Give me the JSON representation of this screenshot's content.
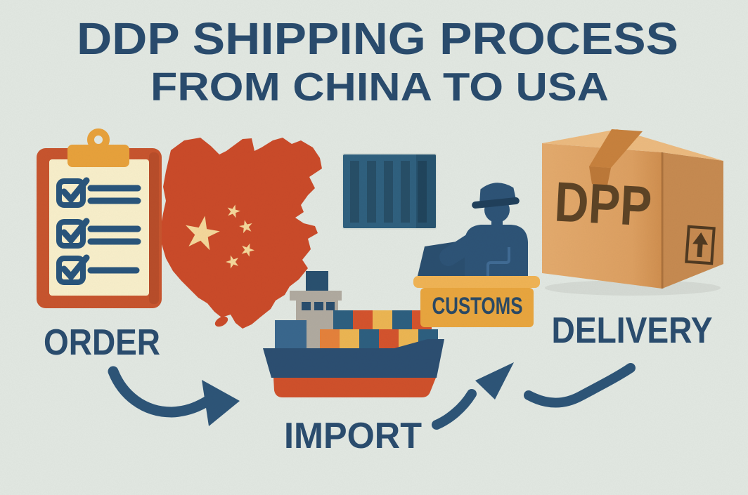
{
  "title": {
    "line1": "DDP SHIPPING PROCESS",
    "line2": "FROM CHINA TO USA"
  },
  "steps": {
    "order": {
      "label": "ORDER"
    },
    "import": {
      "label": "IMPORT"
    },
    "customs": {
      "label": "CUSTOMS"
    },
    "delivery": {
      "label": "DELIVERY"
    }
  },
  "box_label": "DPP",
  "icons": {
    "order": "clipboard-checklist-icon",
    "origin": "china-map-icon",
    "transit": "shipping-container-icon",
    "import": "cargo-ship-icon",
    "customs": "customs-officer-desk-icon",
    "delivery": "cardboard-box-icon",
    "flow": "curved-arrow-icon"
  },
  "colors": {
    "background": "#e2e8e2",
    "title_navy": "#2a4c6e",
    "arrow_navy": "#2e5578",
    "map_red": "#cb4b2a",
    "clipboard_red": "#c8552f",
    "paper_cream": "#f8efcb",
    "clip_orange": "#e8a23c",
    "desk_orange": "#e9a63f",
    "container_blue": "#30617f",
    "hull_navy": "#2d4f72",
    "hull_red": "#d0512c",
    "box_tan": "#e0a468",
    "box_side": "#c78b51",
    "box_text_brown": "#5e4426",
    "star_cream": "#f4d89b"
  }
}
